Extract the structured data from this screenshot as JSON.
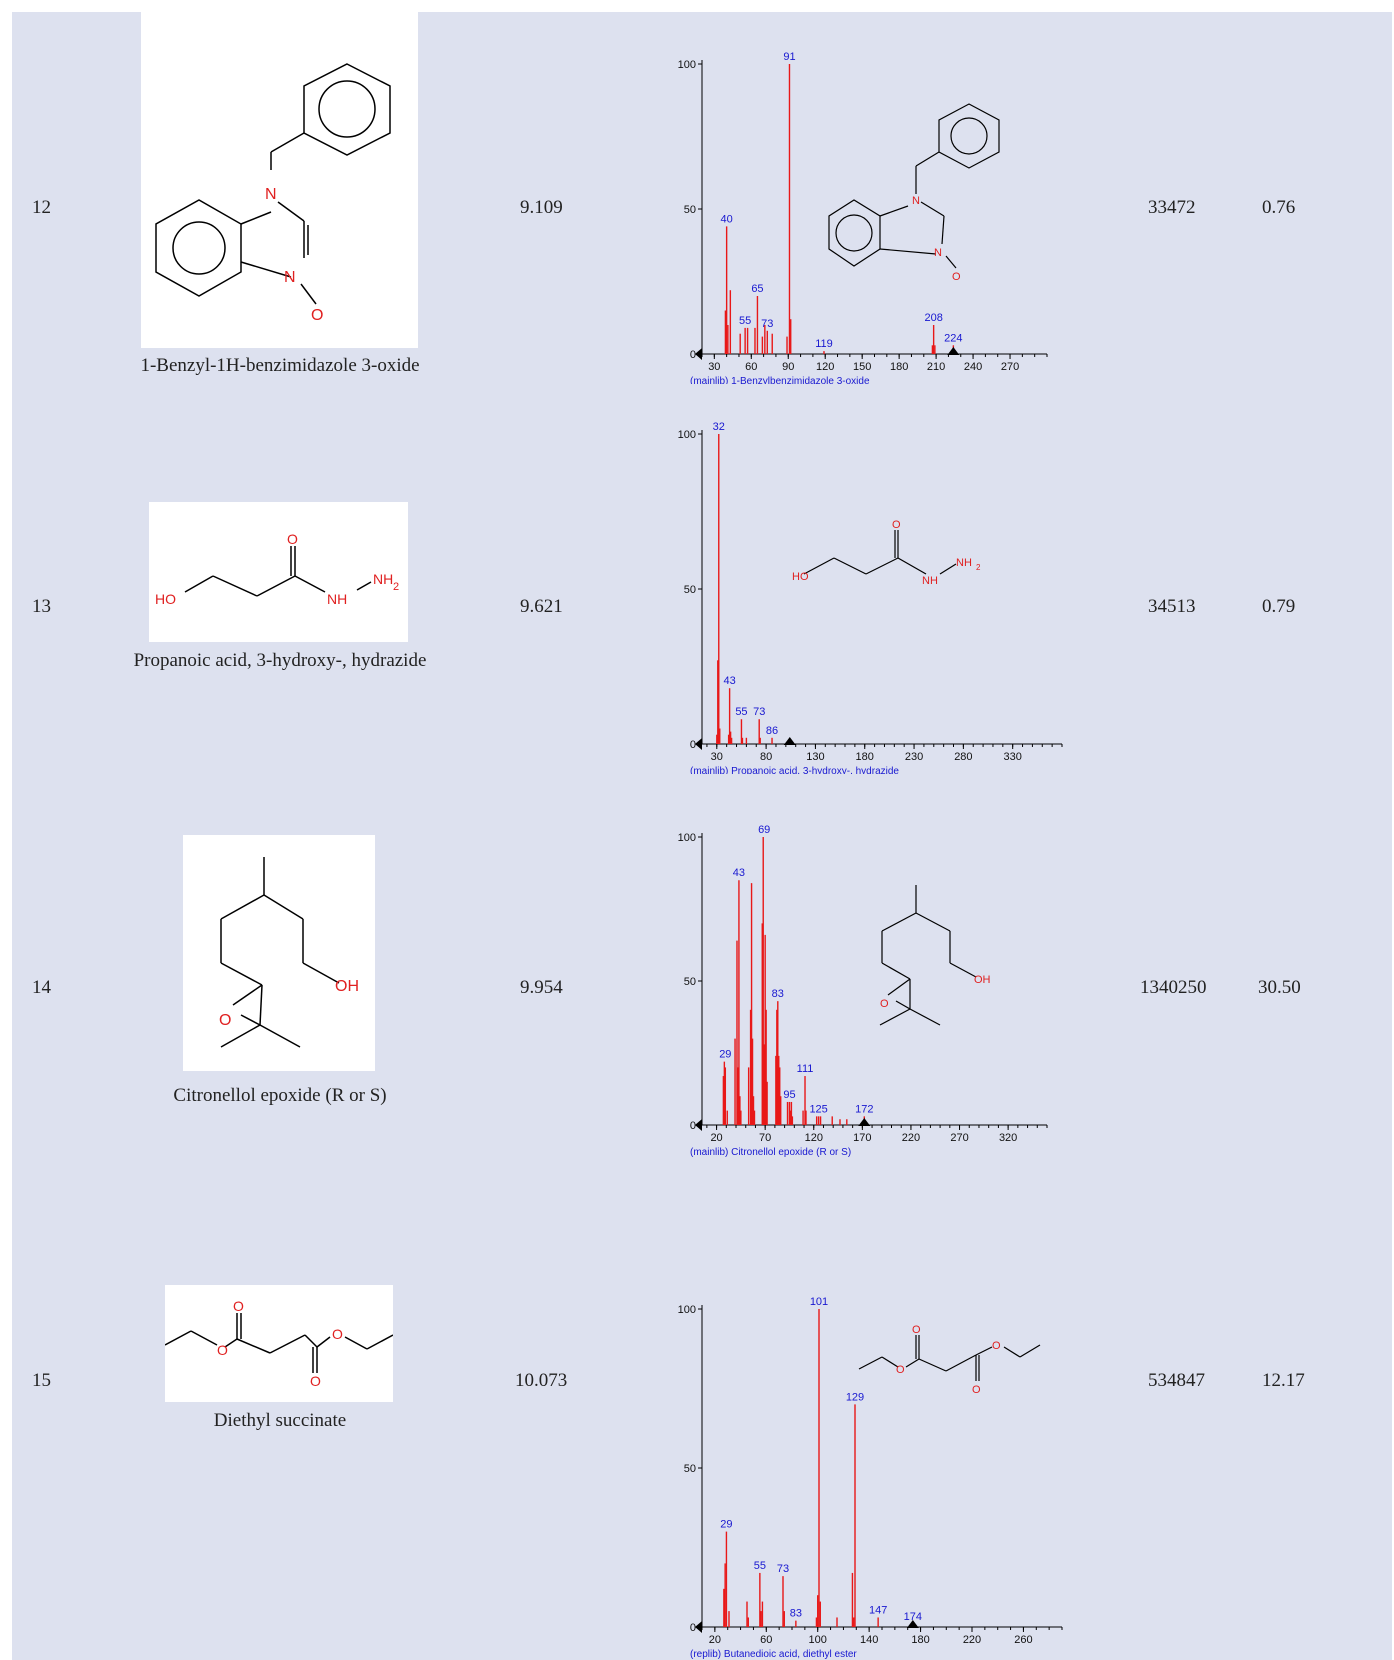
{
  "rows": [
    {
      "no": "12",
      "name": "1-Benzyl-1H-benzimidazole 3-oxide",
      "rt": "9.109",
      "area": "33472",
      "pct": "0.76",
      "spectrum_caption": "(mainlib) 1-Benzylbenzimidazole 3-oxide",
      "atoms": [
        "N",
        "N",
        "O"
      ]
    },
    {
      "no": "13",
      "name": "Propanoic acid, 3-hydroxy-, hydrazide",
      "rt": "9.621",
      "area": "34513",
      "pct": "0.79",
      "spectrum_caption": "(mainlib) Propanoic acid, 3-hydroxy-, hydrazide",
      "atoms": [
        "HO",
        "O",
        "NH",
        "NH",
        "2"
      ]
    },
    {
      "no": "14",
      "name": "Citronellol epoxide (R or S)",
      "rt": "9.954",
      "area": "1340250",
      "pct": "30.50",
      "spectrum_caption": "(mainlib) Citronellol epoxide (R or S)",
      "atoms": [
        "O",
        "OH"
      ]
    },
    {
      "no": "15",
      "name": "Diethyl succinate",
      "rt": "10.073",
      "area": "534847",
      "pct": "12.17",
      "spectrum_caption": "(replib) Butanedioic acid, diethyl ester",
      "atoms": [
        "O",
        "O",
        "O",
        "O"
      ]
    }
  ],
  "chart_data": [
    {
      "type": "bar",
      "xlim": [
        20,
        300
      ],
      "ylim": [
        0,
        100
      ],
      "xticks": [
        30,
        60,
        90,
        120,
        150,
        180,
        210,
        240,
        270
      ],
      "yticks": [
        0,
        50,
        100
      ],
      "x": [
        39,
        40,
        41,
        43,
        51,
        55,
        57,
        63,
        65,
        69,
        71,
        73,
        77,
        89,
        91,
        92,
        119,
        207,
        208,
        209,
        224
      ],
      "values": [
        15,
        44,
        10,
        22,
        7,
        9,
        9,
        9,
        20,
        6,
        10,
        8,
        7,
        6,
        100,
        12,
        1,
        3,
        10,
        3,
        3
      ],
      "labels": [
        {
          "x": 40,
          "y": 44,
          "t": "40"
        },
        {
          "x": 55,
          "y": 9,
          "t": "55"
        },
        {
          "x": 65,
          "y": 20,
          "t": "65"
        },
        {
          "x": 73,
          "y": 8,
          "t": "73"
        },
        {
          "x": 91,
          "y": 100,
          "t": "91"
        },
        {
          "x": 119,
          "y": 1,
          "t": "119"
        },
        {
          "x": 208,
          "y": 10,
          "t": "208"
        },
        {
          "x": 224,
          "y": 3,
          "t": "224"
        }
      ],
      "marker": 224
    },
    {
      "type": "bar",
      "xlim": [
        15,
        380
      ],
      "ylim": [
        0,
        100
      ],
      "xticks": [
        30,
        80,
        130,
        180,
        230,
        280,
        330
      ],
      "yticks": [
        0,
        50,
        100
      ],
      "x": [
        30,
        31,
        32,
        33,
        42,
        43,
        44,
        45,
        55,
        56,
        60,
        73,
        74,
        86
      ],
      "values": [
        3,
        27,
        100,
        5,
        3,
        18,
        4,
        2,
        8,
        2,
        2,
        8,
        2,
        2
      ],
      "labels": [
        {
          "x": 32,
          "y": 100,
          "t": "32"
        },
        {
          "x": 43,
          "y": 18,
          "t": "43"
        },
        {
          "x": 55,
          "y": 8,
          "t": "55"
        },
        {
          "x": 73,
          "y": 8,
          "t": "73"
        },
        {
          "x": 86,
          "y": 2,
          "t": "86"
        }
      ],
      "marker": 104
    },
    {
      "type": "bar",
      "xlim": [
        5,
        360
      ],
      "ylim": [
        0,
        100
      ],
      "xticks": [
        20,
        70,
        120,
        170,
        220,
        270,
        320
      ],
      "yticks": [
        0,
        50,
        100
      ],
      "x": [
        27,
        28,
        29,
        31,
        39,
        41,
        42,
        43,
        44,
        45,
        53,
        55,
        56,
        57,
        58,
        59,
        67,
        68,
        69,
        70,
        71,
        72,
        81,
        82,
        83,
        84,
        85,
        86,
        93,
        95,
        96,
        97,
        98,
        109,
        111,
        112,
        123,
        125,
        127,
        139,
        147,
        154,
        172
      ],
      "values": [
        17,
        22,
        20,
        5,
        30,
        64,
        20,
        85,
        10,
        5,
        20,
        40,
        84,
        30,
        10,
        5,
        70,
        100,
        28,
        66,
        40,
        15,
        24,
        40,
        43,
        24,
        20,
        10,
        8,
        8,
        5,
        8,
        3,
        5,
        17,
        5,
        3,
        3,
        3,
        3,
        2,
        2,
        3
      ],
      "labels": [
        {
          "x": 29,
          "y": 22,
          "t": "29"
        },
        {
          "x": 43,
          "y": 85,
          "t": "43"
        },
        {
          "x": 69,
          "y": 100,
          "t": "69"
        },
        {
          "x": 83,
          "y": 43,
          "t": "83"
        },
        {
          "x": 95,
          "y": 8,
          "t": "95"
        },
        {
          "x": 111,
          "y": 17,
          "t": "111"
        },
        {
          "x": 125,
          "y": 3,
          "t": "125"
        },
        {
          "x": 172,
          "y": 3,
          "t": "172"
        }
      ],
      "marker": 172
    },
    {
      "type": "bar",
      "xlim": [
        10,
        290
      ],
      "ylim": [
        0,
        100
      ],
      "xticks": [
        20,
        60,
        100,
        140,
        180,
        220,
        260
      ],
      "yticks": [
        0,
        50,
        100
      ],
      "x": [
        27,
        28,
        29,
        31,
        45,
        46,
        55,
        56,
        57,
        73,
        74,
        83,
        99,
        100,
        101,
        102,
        115,
        127,
        128,
        129,
        147,
        174
      ],
      "values": [
        12,
        20,
        30,
        5,
        8,
        3,
        17,
        5,
        8,
        16,
        5,
        2,
        3,
        10,
        100,
        8,
        3,
        17,
        3,
        70,
        3,
        1
      ],
      "labels": [
        {
          "x": 29,
          "y": 30,
          "t": "29"
        },
        {
          "x": 55,
          "y": 17,
          "t": "55"
        },
        {
          "x": 73,
          "y": 16,
          "t": "73"
        },
        {
          "x": 83,
          "y": 2,
          "t": "83"
        },
        {
          "x": 101,
          "y": 100,
          "t": "101"
        },
        {
          "x": 129,
          "y": 70,
          "t": "129"
        },
        {
          "x": 147,
          "y": 3,
          "t": "147"
        },
        {
          "x": 174,
          "y": 1,
          "t": "174"
        }
      ],
      "marker": 174
    }
  ]
}
